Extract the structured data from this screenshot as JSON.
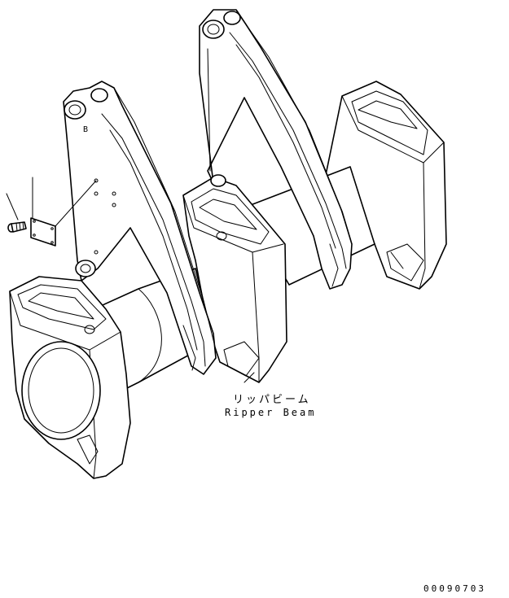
{
  "part_label": {
    "japanese": "リッパビーム",
    "english": "Ripper Beam"
  },
  "drawing_number": "00090703",
  "colors": {
    "line": "#000000",
    "background": "#ffffff"
  }
}
